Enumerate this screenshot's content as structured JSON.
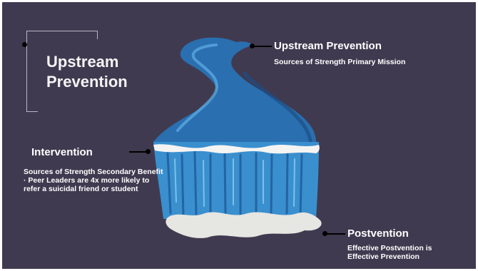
{
  "title": {
    "line1": "Upstream",
    "line2": "Prevention"
  },
  "upstream": {
    "heading": "Upstream Prevention",
    "subtitle": "Sources of Strength Primary Mission"
  },
  "intervention": {
    "heading": "Intervention",
    "subtitle": "Sources of Strength Secondary Benefit",
    "bullets": [
      "Peer Leaders are 4x more likely to refer a suicidal friend or student"
    ]
  },
  "postvention": {
    "heading": "Postvention",
    "subtitle": "Effective Postvention is Effective Prevention"
  },
  "colors": {
    "background": "#403a50",
    "river_dark": "#1f5d9c",
    "river_mid": "#3a8fce",
    "river_light": "#7ec4ef",
    "foam": "#e6e6e2",
    "connector": "#000000"
  }
}
